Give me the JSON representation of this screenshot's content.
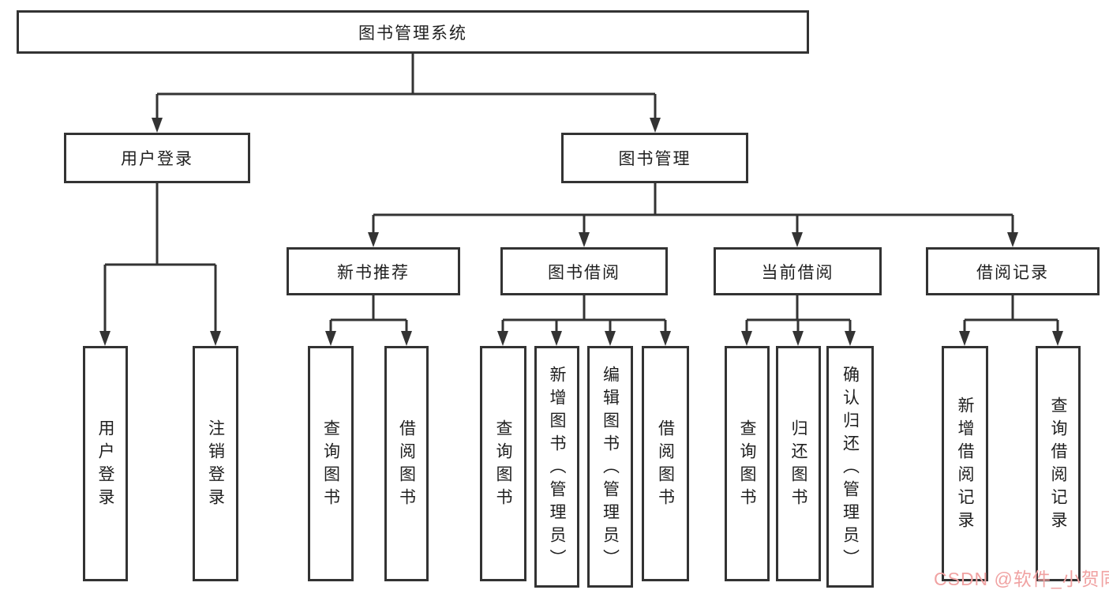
{
  "colors": {
    "line": "#333333",
    "box_background": "#ffffff",
    "text": "#1f1f1f",
    "watermark": "#f0a2a2"
  },
  "watermark": {
    "text": "CSDN @软件_小贺同学"
  },
  "tree": {
    "label": "图书管理系统",
    "children": [
      {
        "label": "用户登录",
        "children": [
          {
            "label": "用户登录"
          },
          {
            "label": "注销登录"
          }
        ]
      },
      {
        "label": "图书管理",
        "children": [
          {
            "label": "新书推荐",
            "children": [
              {
                "label": "查询图书"
              },
              {
                "label": "借阅图书"
              }
            ]
          },
          {
            "label": "图书借阅",
            "children": [
              {
                "label": "查询图书"
              },
              {
                "label": "新增图书（管理员）"
              },
              {
                "label": "编辑图书（管理员）"
              },
              {
                "label": "借阅图书"
              }
            ]
          },
          {
            "label": "当前借阅",
            "children": [
              {
                "label": "查询图书"
              },
              {
                "label": "归还图书"
              },
              {
                "label": "确认归还（管理员）"
              }
            ]
          },
          {
            "label": "借阅记录",
            "children": [
              {
                "label": "新增借阅记录"
              },
              {
                "label": "查询借阅记录"
              }
            ]
          }
        ]
      }
    ]
  }
}
